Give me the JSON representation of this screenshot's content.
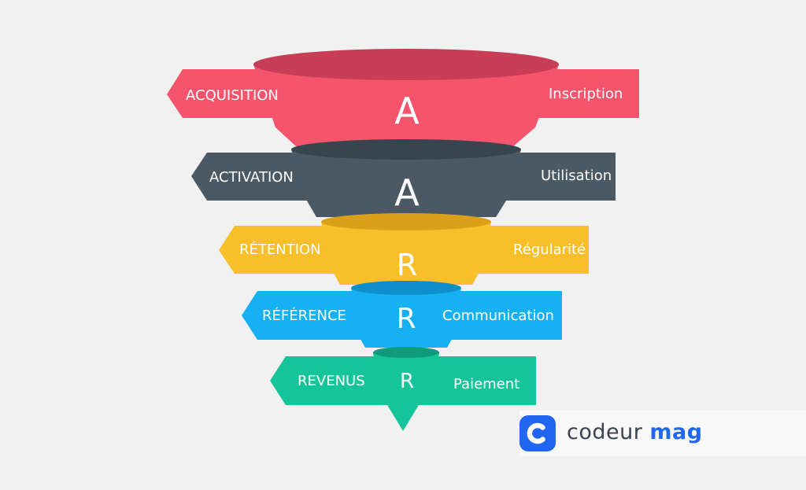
{
  "stages": [
    {
      "letter": "A",
      "left": "ACQUISITION",
      "right": "Inscription",
      "color": "#f4546c",
      "dark": "#c73e56"
    },
    {
      "letter": "A",
      "left": "ACTIVATION",
      "right": "Utilisation",
      "color": "#4a5964",
      "dark": "#39454e"
    },
    {
      "letter": "R",
      "left": "RÉTENTION",
      "right": "Régularité",
      "color": "#f9bf2a",
      "dark": "#dba01a"
    },
    {
      "letter": "R",
      "left": "RÉFÉRENCE",
      "right": "Communication",
      "color": "#16b1f2",
      "dark": "#0e8fcc"
    },
    {
      "letter": "R",
      "left": "REVENUS",
      "right": "Paiement",
      "color": "#16c49a",
      "dark": "#0f9a78"
    }
  ],
  "brand": {
    "word1": "codeur",
    "word2": "mag",
    "icon": "codeur-c-icon",
    "color": "#2166f0"
  }
}
